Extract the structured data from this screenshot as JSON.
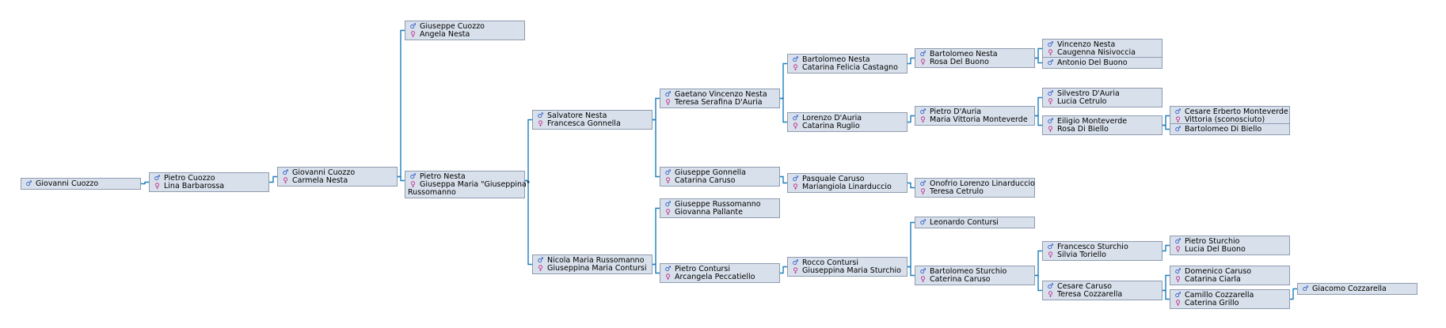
{
  "colors": {
    "node_bg": "#d8e0eb",
    "node_border": "#8e9bb0",
    "connector": "#1d7fbf",
    "male": "#2a59c9",
    "female": "#c02a8c"
  },
  "icons": {
    "male": "male-symbol-icon",
    "female": "female-symbol-icon"
  },
  "symbols": {
    "male": "♂",
    "female": "♀"
  },
  "people": [
    {
      "m": "Giovanni Cuozzo"
    },
    {
      "m": "Pietro Cuozzo",
      "f": "Lina Barbarossa"
    },
    {
      "m": "Giovanni Cuozzo",
      "f": "Carmela Nesta"
    },
    {
      "m": "Giuseppe Cuozzo",
      "f": "Angela Nesta"
    },
    {
      "m": "Pietro Nesta",
      "f": "Giuseppa Maria \"Giuseppina\"",
      "f2": "Russomanno"
    },
    {
      "m": "Salvatore Nesta",
      "f": "Francesca Gonnella"
    },
    {
      "m": "Nicola Maria Russomanno",
      "f": "Giuseppina Maria Contursi"
    },
    {
      "m": "Gaetano Vincenzo Nesta",
      "f": "Teresa Serafina D'Auria"
    },
    {
      "m": "Giuseppe Gonnella",
      "f": "Catarina Caruso"
    },
    {
      "m": "Giuseppe Russomanno",
      "f": "Giovanna Pallante"
    },
    {
      "m": "Pietro Contursi",
      "f": "Arcangela Peccatiello"
    },
    {
      "m": "Bartolomeo Nesta",
      "f": "Catarina Felicia Castagno"
    },
    {
      "m": "Lorenzo D'Auria",
      "f": "Catarina Ruglio"
    },
    {
      "m": "Pasquale Caruso",
      "f": "Mariangiola Linarduccio"
    },
    {
      "m": "Rocco Contursi",
      "f": "Giuseppina Maria Sturchio"
    },
    {
      "m": "Bartolomeo Nesta",
      "f": "Rosa Del Buono"
    },
    {
      "m": "Pietro D'Auria",
      "f": "Maria Vittoria Monteverde"
    },
    {
      "m": "Onofrio Lorenzo Linarduccio",
      "f": "Teresa Cetrulo"
    },
    {
      "m": "Leonardo Contursi"
    },
    {
      "m": "Bartolomeo Sturchio",
      "f": "Caterina Caruso"
    },
    {
      "m": "Vincenzo Nesta",
      "f": "Caugenna Nisivoccia"
    },
    {
      "m": "Antonio Del Buono"
    },
    {
      "m": "Silvestro D'Auria",
      "f": "Lucia Cetrulo"
    },
    {
      "m": "Eiligio Monteverde",
      "f": "Rosa Di Biello"
    },
    {
      "m": "Francesco Sturchio",
      "f": "Silvia Toriello"
    },
    {
      "m": "Cesare Caruso",
      "f": "Teresa Cozzarella"
    },
    {
      "m": "Cesare Erberto Monteverde",
      "f": "Vittoria (sconosciuto)"
    },
    {
      "m": "Bartolomeo Di Biello"
    },
    {
      "m": "Pietro Sturchio",
      "f": "Lucia Del Buono"
    },
    {
      "m": "Domenico Caruso",
      "f": "Catarina Ciarla"
    },
    {
      "m": "Camillo Cozzarella",
      "f": "Caterina Grillo"
    },
    {
      "m": "Giacomo Cozzarella"
    }
  ]
}
